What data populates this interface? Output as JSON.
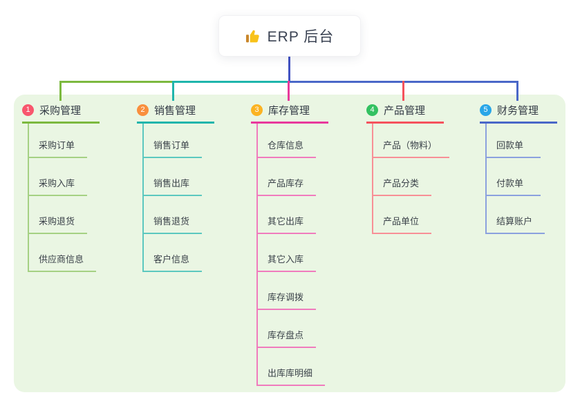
{
  "canvas": {
    "background": "#ffffff",
    "panel_background": "#eaf6e3"
  },
  "root": {
    "label": "ERP 后台",
    "icon": "thumbs-up-icon",
    "connector_color": "#4252c2"
  },
  "branches": [
    {
      "number": "1",
      "label": "采购管理",
      "badge_color": "#f8566d",
      "line_color": "#7cb93f",
      "child_line_color": "#a5d183",
      "children": [
        "采购订单",
        "采购入库",
        "采购退货",
        "供应商信息"
      ]
    },
    {
      "number": "2",
      "label": "销售管理",
      "badge_color": "#f98f3d",
      "line_color": "#1fb5ac",
      "child_line_color": "#5cc8bf",
      "children": [
        "销售订单",
        "销售出库",
        "销售退货",
        "客户信息"
      ]
    },
    {
      "number": "3",
      "label": "库存管理",
      "badge_color": "#fbb322",
      "line_color": "#e8399c",
      "child_line_color": "#f07bbd",
      "children": [
        "仓库信息",
        "产品库存",
        "其它出库",
        "其它入库",
        "库存调拨",
        "库存盘点",
        "出库库明细"
      ]
    },
    {
      "number": "4",
      "label": "产品管理",
      "badge_color": "#33c161",
      "line_color": "#f5525d",
      "child_line_color": "#f88f96",
      "children": [
        "产品（物料）",
        "产品分类",
        "产品单位"
      ]
    },
    {
      "number": "5",
      "label": "财务管理",
      "badge_color": "#29a6e8",
      "line_color": "#4a67c8",
      "child_line_color": "#8ba1de",
      "children": [
        "回款单",
        "付款单",
        "结算账户"
      ]
    }
  ]
}
